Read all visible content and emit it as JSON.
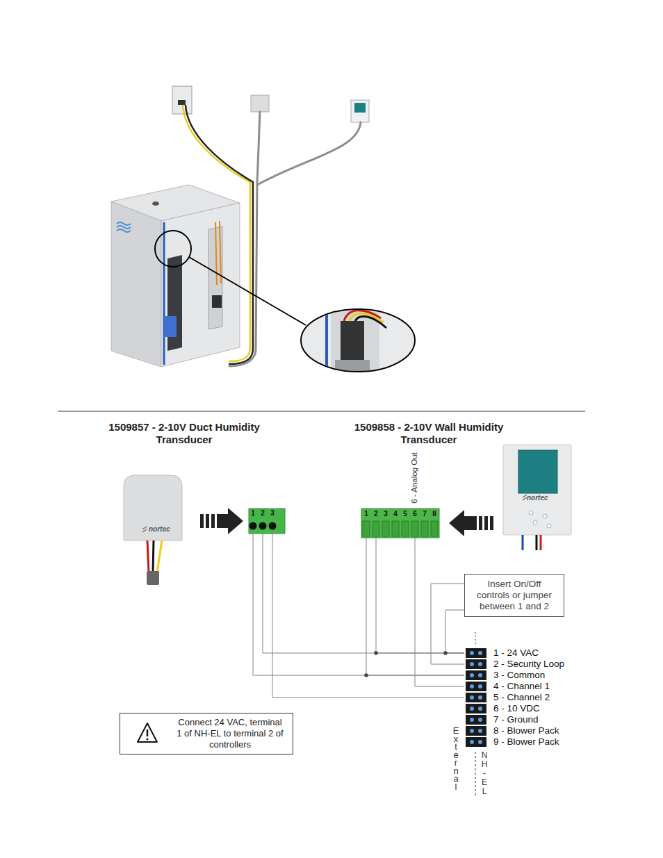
{
  "diagram": {
    "nodes": [
      {
        "text": [
          "1509857 - 2-10V Duct Humidity Transducer",
          "nortec"
        ]
      },
      {
        "text": [
          "1",
          "2",
          "3"
        ]
      },
      {
        "text": [
          "1",
          "2",
          "3",
          "4",
          "5",
          "6",
          "7",
          "8"
        ]
      },
      {
        "text": [
          "1509858 - 2-10V Wall Humidity Transducer",
          "nortec"
        ]
      },
      {
        "text": [
          "Insert On/Off controls or jumper between 1 and 2"
        ]
      },
      {
        "text": [
          "1 - 24 VAC",
          "2 - Security Loop",
          "3 - Common",
          "4 - Channel 1",
          "5 - Channel 2",
          "6 - 10 VDC",
          "7 - Ground",
          "8 - Blower Pack",
          "9 - Blower Pack"
        ]
      },
      {
        "text": [
          "Connect 24 VAC, terminal 1 of NH-EL to terminal 2 of controllers"
        ]
      }
    ],
    "edges": [
      {
        "from": 0,
        "to": 1,
        "arrow": "to"
      },
      {
        "from": 3,
        "to": 2,
        "arrow": "to"
      },
      {
        "from": 1,
        "to": 5,
        "arrow": "none"
      },
      {
        "from": 1,
        "to": 5,
        "arrow": "none"
      },
      {
        "from": 1,
        "to": 5,
        "arrow": "none"
      },
      {
        "from": 2,
        "to": 5,
        "arrow": "none"
      },
      {
        "from": 2,
        "to": 5,
        "arrow": "none"
      },
      {
        "from": 2,
        "to": 5,
        "arrow": "none"
      },
      {
        "from": 4,
        "to": 5,
        "arrow": "none"
      },
      {
        "from": 4,
        "to": 5,
        "arrow": "none"
      }
    ],
    "labels": [
      "6 - Analog Out",
      "External",
      "NH-EL"
    ]
  }
}
